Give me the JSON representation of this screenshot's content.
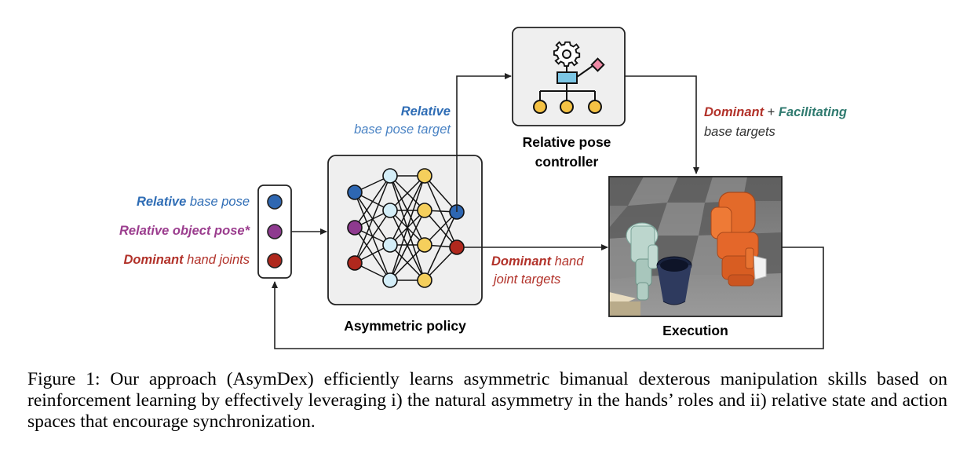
{
  "colors": {
    "blue": "#2f6db5",
    "blue_light": "#4a83c4",
    "purple": "#9b3d8e",
    "red": "#b2322a",
    "teal": "#2f7a6f",
    "node_blue": "#2e67b2",
    "node_purple": "#8e3a8f",
    "node_red": "#b0281d",
    "node_light": "#d4eef8",
    "node_yellow": "#f5cf5c",
    "box_fill": "#efefef"
  },
  "inputs": {
    "items": [
      {
        "bold": "Relative",
        "rest": " base pose",
        "color": "#2f6db5"
      },
      {
        "bold": "Relative object pose*",
        "rest": "",
        "color": "#9b3d8e"
      },
      {
        "bold": "Dominant",
        "rest": " hand joints",
        "color": "#b2322a"
      }
    ]
  },
  "policy": {
    "label": "Asymmetric policy"
  },
  "controller": {
    "label_line1": "Relative pose",
    "label_line2": "controller",
    "icon": "gear-flowchart-icon"
  },
  "execution": {
    "label": "Execution",
    "image": "dual-robot-hands-simulation"
  },
  "edges": {
    "rel_target_bold": "Relative",
    "rel_target_rest": "base pose target",
    "dom_target_bold": "Dominant",
    "dom_target_rest1": " hand",
    "dom_target_rest2": "joint targets",
    "base_targets_dom": "Dominant",
    "base_targets_plus": " + ",
    "base_targets_fac": "Facilitating",
    "base_targets_rest": "base targets"
  },
  "caption": "Figure 1: Our approach (AsymDex) efficiently learns asymmetric bimanual dexterous manipulation skills based on reinforcement learning by effectively leveraging i) the natural asymmetry in the hands’ roles and ii) relative state and action spaces that encourage synchronization."
}
